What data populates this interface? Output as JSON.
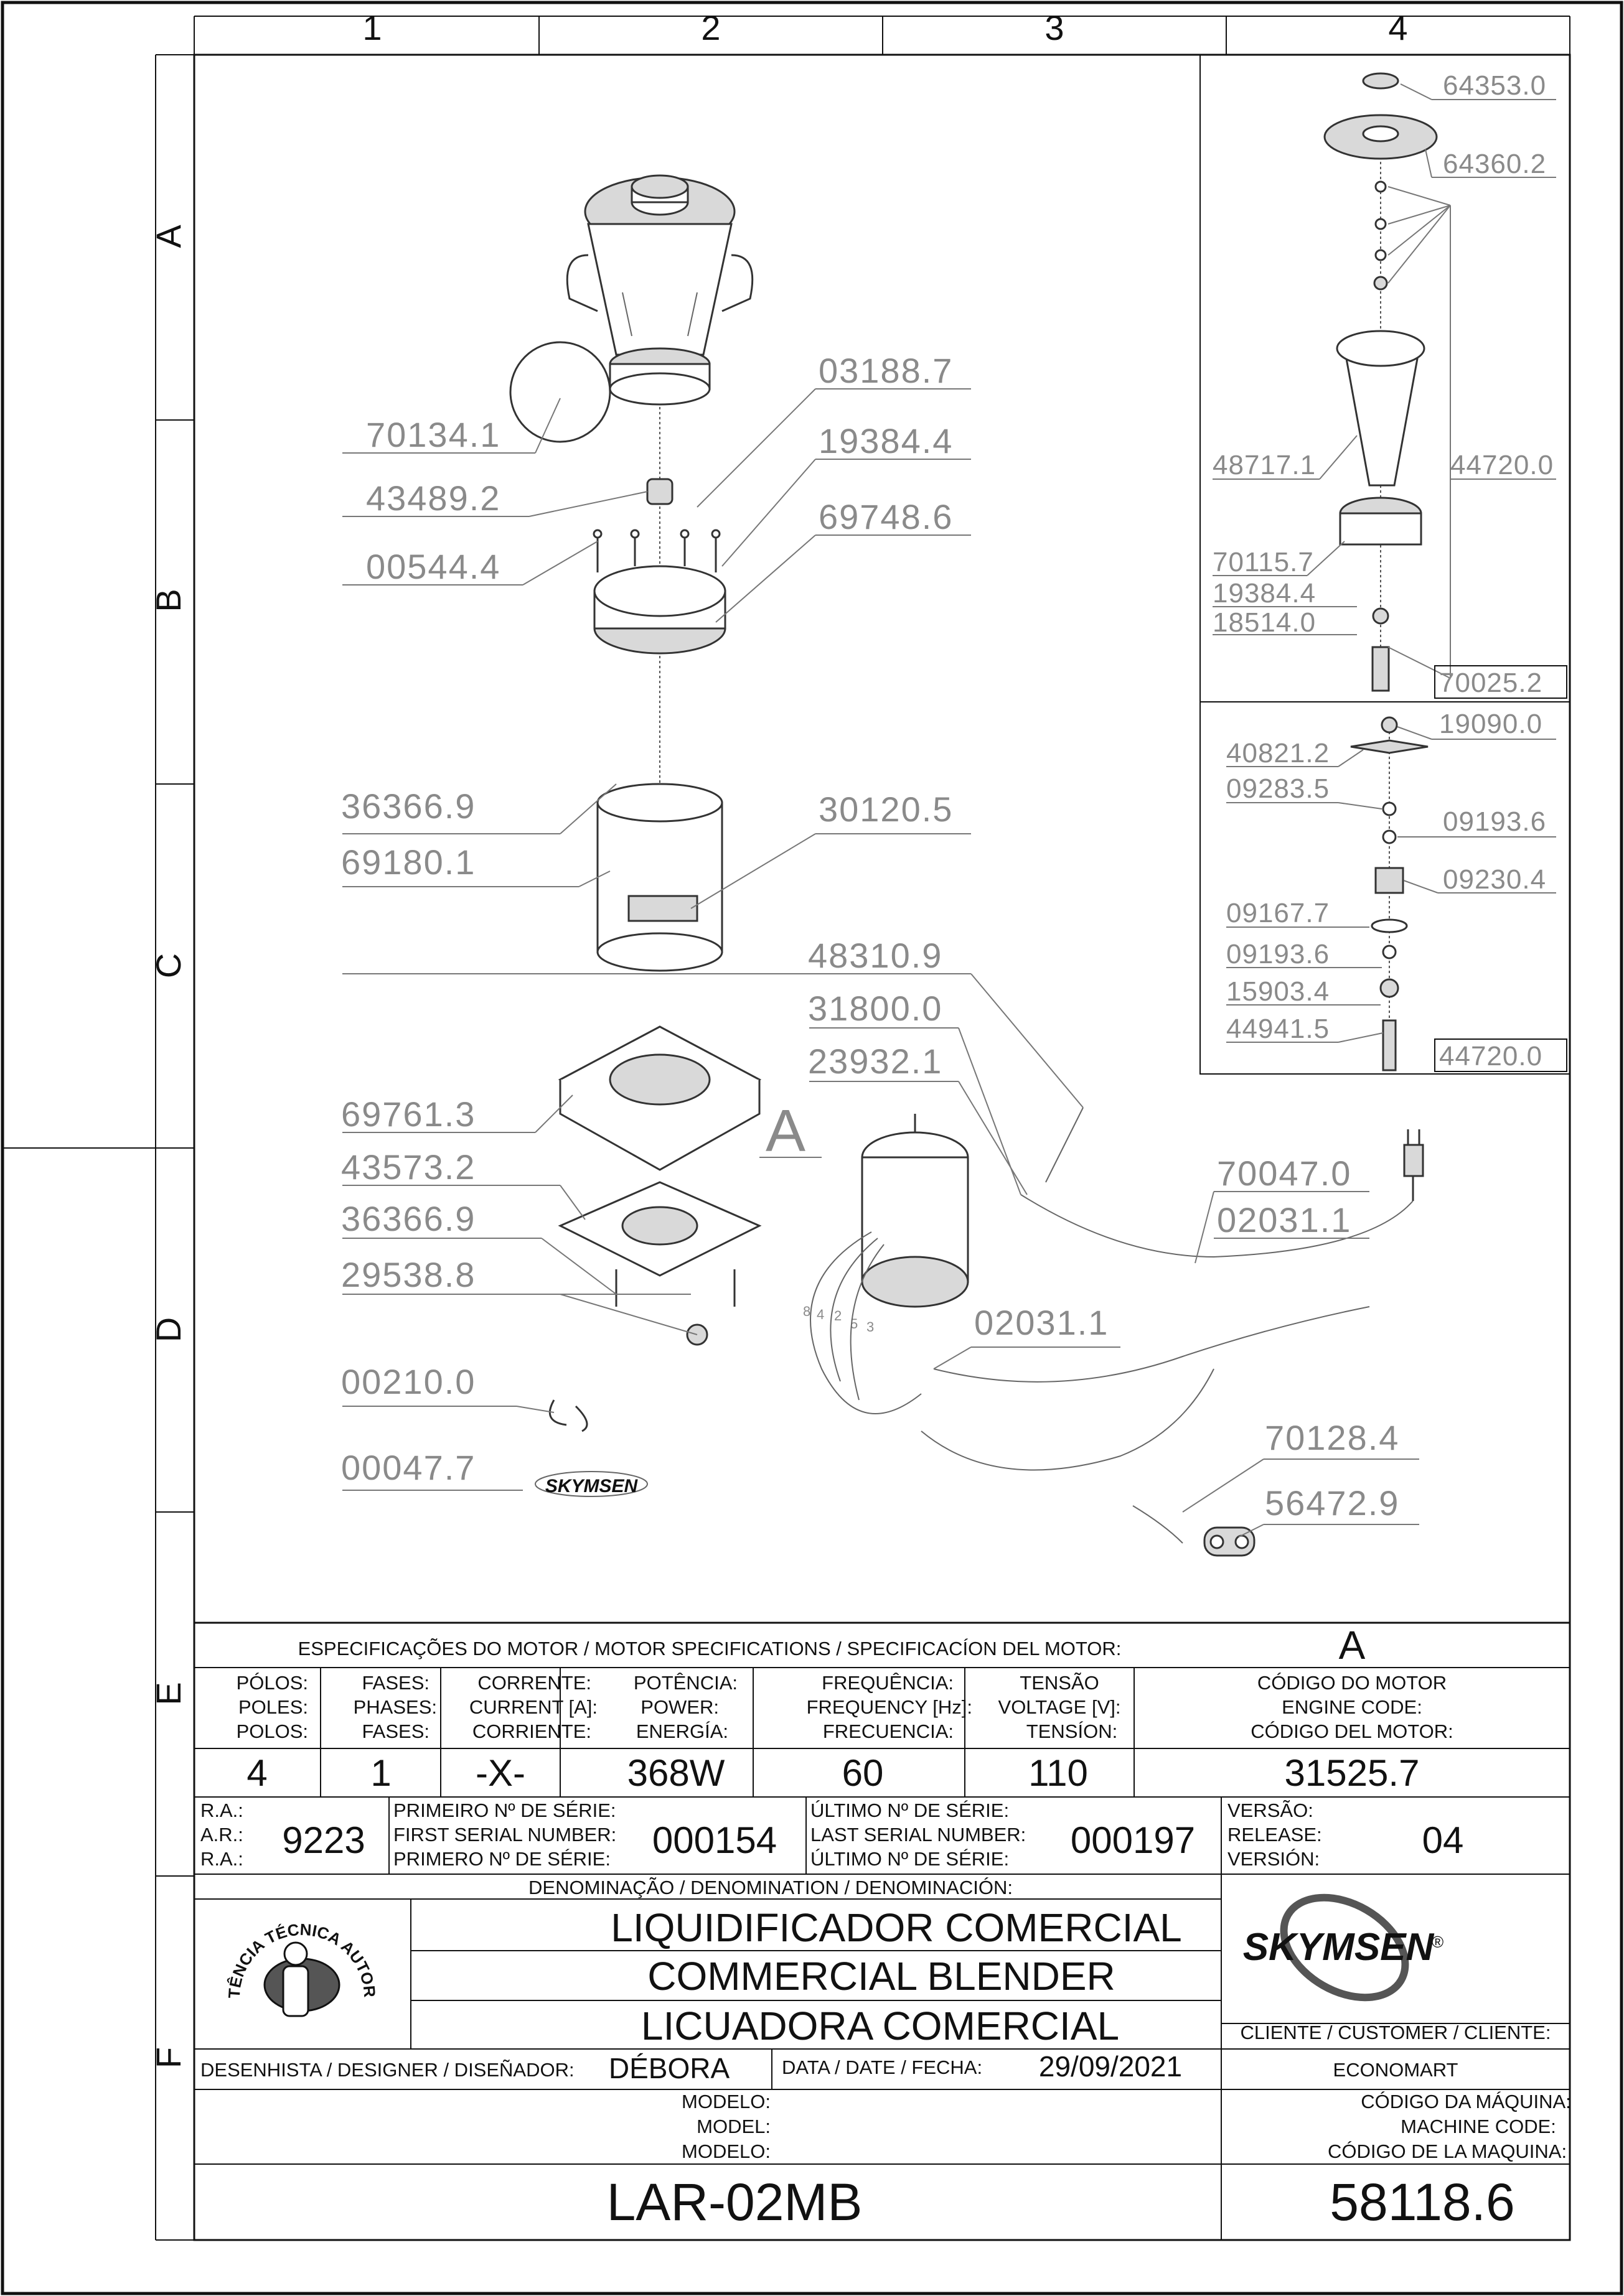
{
  "zones": {
    "columns": [
      "1",
      "2",
      "3",
      "4"
    ],
    "rows": [
      "A",
      "B",
      "C",
      "D",
      "E",
      "F"
    ]
  },
  "callouts": {
    "main": [
      "70134.1",
      "03188.7",
      "19384.4",
      "43489.2",
      "69748.6",
      "00544.4",
      "36366.9",
      "30120.5",
      "69180.1",
      "48310.9",
      "31800.0",
      "23932.1",
      "69761.3",
      "43573.2",
      "70047.0",
      "02031.1",
      "36366.9",
      "29538.8",
      "02031.1",
      "00210.0",
      "70128.4",
      "00047.7",
      "56472.9"
    ],
    "detail_upper": [
      "64353.0",
      "64360.2",
      "48717.1",
      "44720.0",
      "70115.7",
      "19384.4",
      "18514.0",
      "70025.2"
    ],
    "detail_lower": [
      "19090.0",
      "40821.2",
      "09283.5",
      "09193.6",
      "09230.4",
      "09167.7",
      "09193.6",
      "15903.4",
      "44941.5",
      "44720.0"
    ]
  },
  "view_label": "A",
  "motor_numbers": [
    "8",
    "4",
    "2",
    "5",
    "3"
  ],
  "brand_logo_text": "SKYMSEN",
  "brand_logo_mark": "®",
  "seal_text": "ASSISTÊNCIA TÉCNICA AUTORIZADA",
  "title_block": {
    "motor_spec_title": "ESPECIFICAÇÕES DO MOTOR / MOTOR SPECIFICATIONS / SPECIFICACÍON DEL MOTOR:",
    "motor_spec_letter": "A",
    "spec_headers": [
      [
        "PÓLOS:",
        "POLES:",
        "POLOS:"
      ],
      [
        "FASES:",
        "PHASES:",
        "FASES:"
      ],
      [
        "CORRENTE:",
        "CURRENT [A]:",
        "CORRIENTE:"
      ],
      [
        "POTÊNCIA:",
        "POWER:",
        "ENERGÍA:"
      ],
      [
        "FREQUÊNCIA:",
        "FREQUENCY [Hz]:",
        "FRECUENCIA:"
      ],
      [
        "TENSÃO",
        "VOLTAGE [V]:",
        "TENSÍON:"
      ],
      [
        "CÓDIGO DO MOTOR",
        "ENGINE CODE:",
        "CÓDIGO DEL MOTOR:"
      ]
    ],
    "spec_values": [
      "4",
      "1",
      "-X-",
      "368W",
      "60",
      "110",
      "31525.7"
    ],
    "ra_labels": [
      "R.A.:",
      "A.R.:",
      "R.A.:"
    ],
    "ra_value": "9223",
    "first_serial_labels": [
      "PRIMEIRO Nº DE SÉRIE:",
      "FIRST SERIAL NUMBER:",
      "PRIMERO Nº DE SÉRIE:"
    ],
    "first_serial_value": "000154",
    "last_serial_labels": [
      "ÚLTIMO Nº DE SÉRIE:",
      "LAST SERIAL NUMBER:",
      "ÚLTIMO Nº DE SÉRIE:"
    ],
    "last_serial_value": "000197",
    "version_labels": [
      "VERSÃO:",
      "RELEASE:",
      "VERSIÓN:"
    ],
    "version_value": "04",
    "denomination_label": "DENOMINAÇÃO / DENOMINATION / DENOMINACIÓN:",
    "denominations": [
      "LIQUIDIFICADOR COMERCIAL",
      "COMMERCIAL BLENDER",
      "LICUADORA COMERCIAL"
    ],
    "client_label": "CLIENTE / CUSTOMER / CLIENTE:",
    "client_value": "ECONOMART",
    "designer_label": "DESENHISTA / DESIGNER / DISEÑADOR:",
    "designer_value": "DÉBORA",
    "date_label": "DATA / DATE / FECHA:",
    "date_value": "29/09/2021",
    "model_labels": [
      "MODELO:",
      "MODEL:",
      "MODELO:"
    ],
    "model_value": "LAR-02MB",
    "machine_code_labels": [
      "CÓDIGO DA MÁQUINA:",
      "MACHINE CODE:",
      "CÓDIGO DE LA MAQUINA:"
    ],
    "machine_code_value": "58118.6"
  },
  "colors": {
    "ink": "#111111",
    "callout_gray": "#8a8a8a",
    "part_fill": "#d9d9d9"
  }
}
